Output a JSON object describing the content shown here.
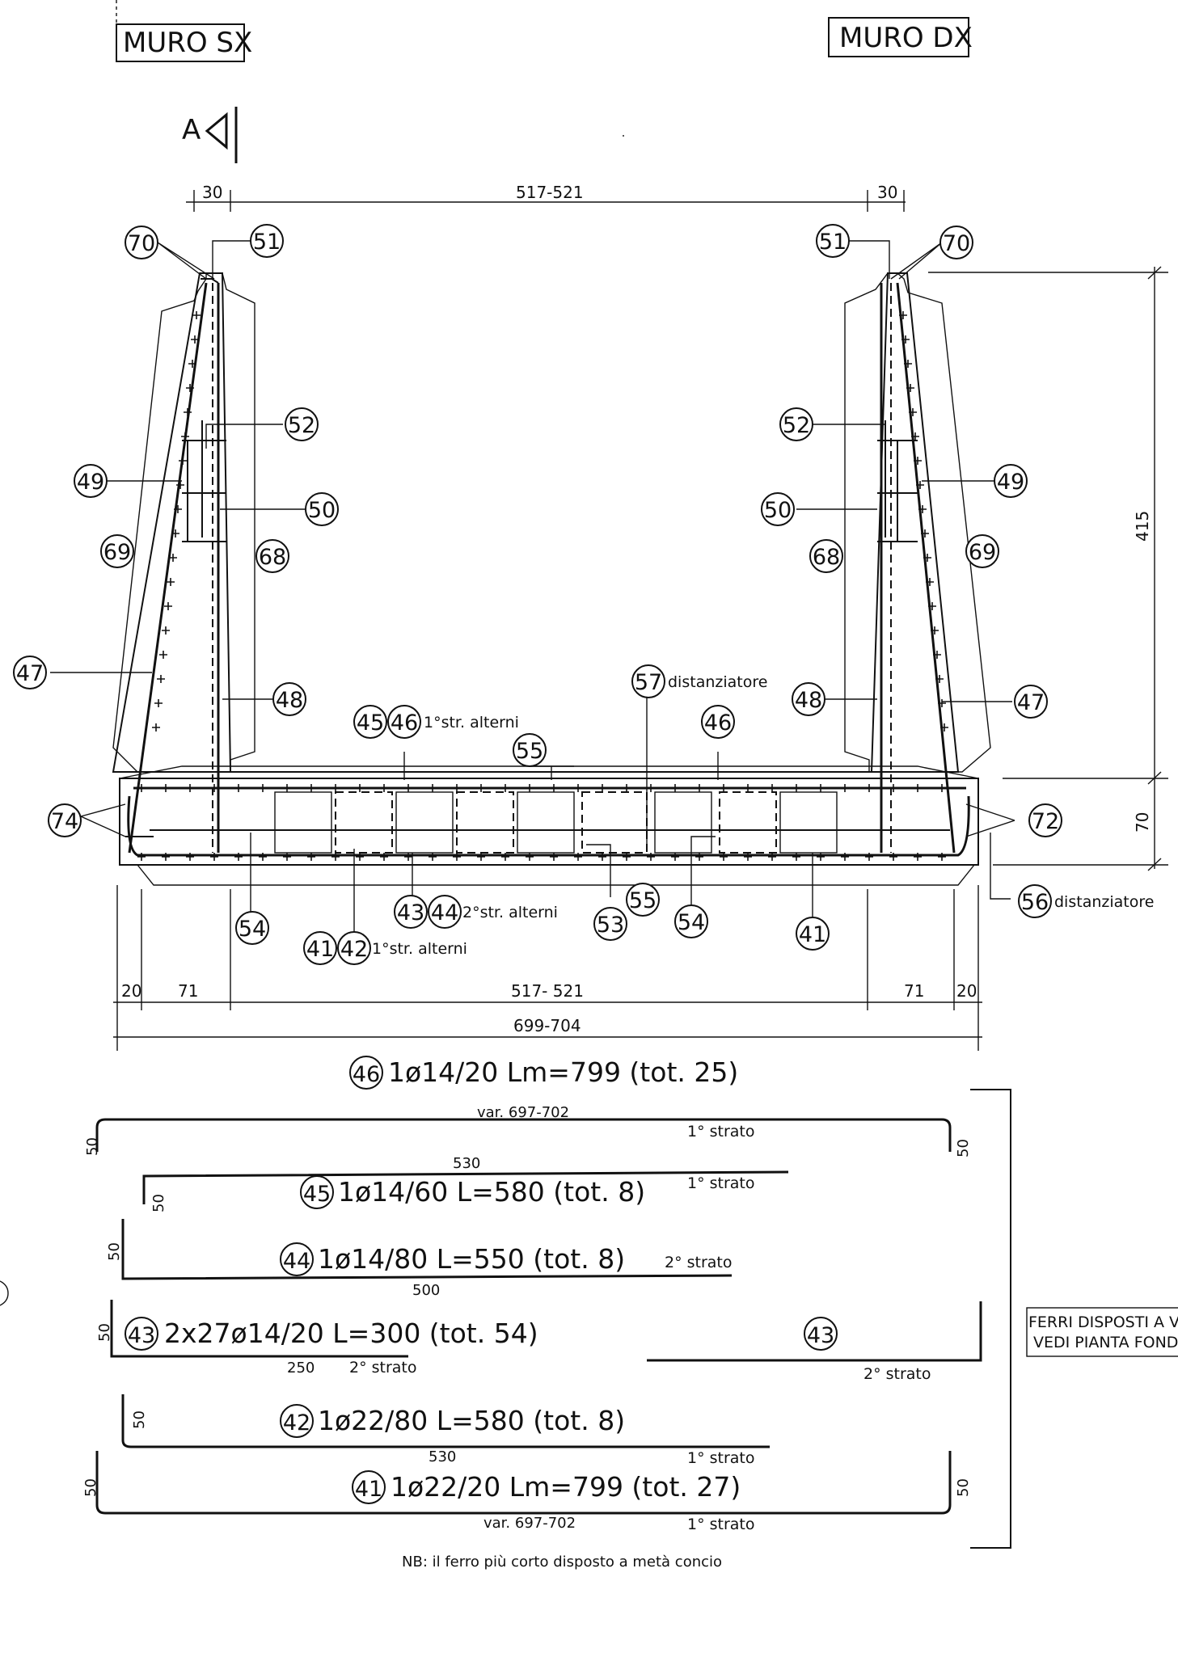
{
  "titles": {
    "left": "MURO SX",
    "right": "MURO DX",
    "section_marker": "A"
  },
  "dims": {
    "top_left": "30",
    "top_mid": "517-521",
    "top_right": "30",
    "right_height": "415",
    "right_base": "70",
    "bot_l20": "20",
    "bot_l71": "71",
    "bot_mid": "517- 521",
    "bot_r71": "71",
    "bot_r20": "20",
    "bot_total": "699-704"
  },
  "marks": {
    "m70": "70",
    "m51": "51",
    "m52": "52",
    "m49": "49",
    "m50": "50",
    "m69": "69",
    "m68": "68",
    "m47": "47",
    "m48": "48",
    "m45": "45",
    "m46": "46",
    "m55": "55",
    "m57": "57",
    "m74": "74",
    "m72": "72",
    "m56": "56",
    "m54": "54",
    "m43": "43",
    "m44": "44",
    "m41": "41",
    "m42": "42",
    "m53": "53"
  },
  "labels": {
    "str1_alterni": "1°str. alterni",
    "str2_alterni": "2°str. alterni",
    "distanziatore": "distanziatore",
    "strato1": "1° strato",
    "strato2": "2° strato"
  },
  "bars": {
    "b46": {
      "mark": "46",
      "spec": "1ø14/20 Lm=799 (tot. 25)",
      "top": "var. 697-702",
      "leg": "50"
    },
    "b45": {
      "mark": "45",
      "spec": "1ø14/60 L=580 (tot. 8)",
      "top": "530",
      "leg": "50"
    },
    "b44": {
      "mark": "44",
      "spec": "1ø14/80 L=550 (tot. 8)",
      "bottom": "500",
      "leg": "50"
    },
    "b43": {
      "mark": "43",
      "spec": "2x27ø14/20 L=300 (tot. 54)",
      "bottom": "250",
      "leg": "50"
    },
    "b42": {
      "mark": "42",
      "spec": "1ø22/80 L=580 (tot. 8)",
      "bottom": "530",
      "leg": "50"
    },
    "b41": {
      "mark": "41",
      "spec": "1ø22/20 Lm=799 (tot. 27)",
      "bottom": "var. 697-702",
      "leg": "50"
    }
  },
  "side_note": {
    "line1": "FERRI DISPOSTI A VE",
    "line2": "VEDI PIANTA FONDA"
  },
  "note": "NB: il ferro più corto disposto a metà concio"
}
